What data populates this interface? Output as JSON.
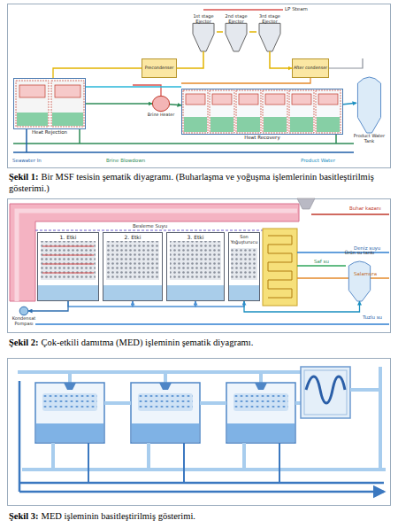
{
  "diagram": {
    "nodes": [
      {
        "text": [
          "1st stage Ejector"
        ]
      },
      {
        "text": [
          "2nd stage Ejector"
        ]
      },
      {
        "text": [
          "3rd stage Ejector"
        ]
      },
      {
        "text": [
          "Precondenser"
        ]
      },
      {
        "text": [
          "After condenser"
        ]
      },
      {
        "text": [
          "Heat Rejection"
        ]
      },
      {
        "text": [
          "Brine Heater"
        ]
      },
      {
        "text": [
          "Heat Recovery"
        ]
      },
      {
        "text": [
          "Product Water Tank"
        ]
      },
      {
        "text": [
          "1. Etki"
        ]
      },
      {
        "text": [
          "2. Etki"
        ]
      },
      {
        "text": [
          "3. Etki"
        ]
      },
      {
        "text": [
          "Son Yoğuşturucu"
        ]
      },
      {
        "text": [
          "Ürün su tankı"
        ]
      },
      {
        "text": [
          "Kondensat Pompası"
        ]
      }
    ],
    "edges": [
      {
        "from": 3,
        "to": 0,
        "arrow": "none"
      },
      {
        "from": 0,
        "to": 1,
        "arrow": "none"
      },
      {
        "from": 1,
        "to": 2,
        "arrow": "none"
      },
      {
        "from": 2,
        "to": 4,
        "arrow": "to"
      },
      {
        "from": 5,
        "to": 6,
        "arrow": "to"
      },
      {
        "from": 6,
        "to": 7,
        "arrow": "to"
      },
      {
        "from": 7,
        "to": 8,
        "arrow": "to"
      },
      {
        "from": 9,
        "to": 10,
        "arrow": "to"
      },
      {
        "from": 10,
        "to": 11,
        "arrow": "to"
      },
      {
        "from": 11,
        "to": 12,
        "arrow": "to"
      },
      {
        "from": 12,
        "to": 13,
        "arrow": "to"
      },
      {
        "from": 9,
        "to": 14,
        "arrow": "to"
      }
    ],
    "labels": [
      "LP Steam",
      "Seawater In",
      "Brine Blowdown",
      "Product Water",
      "Buhar kazanı",
      "Besleme Suyu",
      "Deniz suyu",
      "Saf su",
      "Salamura",
      "Tuzlu su",
      "Şekil 1:",
      "Bir MSF tesisin şematik diyagramı. (Buharlaşma ve yoğuşma işlemlerinin basitleştirilmiş gösterimi.)",
      "Şekil 2:",
      "Çok-etkili damıtma (MED) işleminin şematik diyagramı.",
      "Şekil 3:",
      "MED işleminin basitleştirilmiş gösterimi."
    ]
  }
}
